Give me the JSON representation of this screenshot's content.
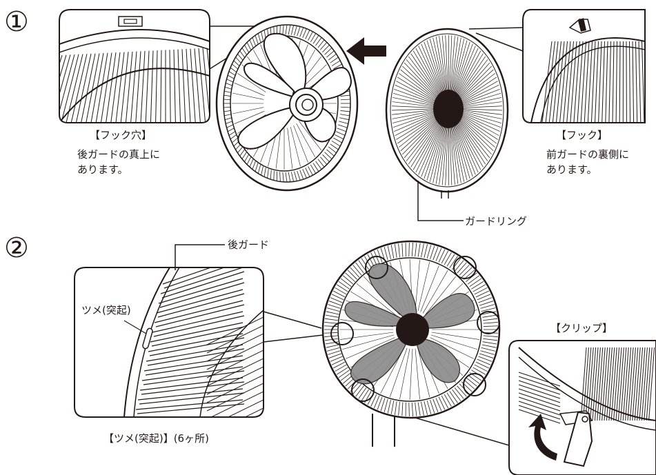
{
  "steps": {
    "step1_marker": "①",
    "step2_marker": "②"
  },
  "step1": {
    "hook_hole_title": "【フック穴】",
    "hook_hole_desc_line1": "後ガードの真上に",
    "hook_hole_desc_line2": "あります。",
    "hook_title": "【フック】",
    "hook_desc_line1": "前ガードの裏側に",
    "hook_desc_line2": "あります。",
    "guard_ring_label": "ガードリング"
  },
  "step2": {
    "rear_guard_label": "後ガード",
    "claw_label": "ツメ(突起)",
    "claw_caption": "【ツメ(突起)】(6ヶ所)",
    "clip_title": "【クリップ】"
  },
  "colors": {
    "line": "#231815",
    "blade_fill": "#8c8c8c",
    "hub_fill": "#231815",
    "background": "#ffffff"
  }
}
